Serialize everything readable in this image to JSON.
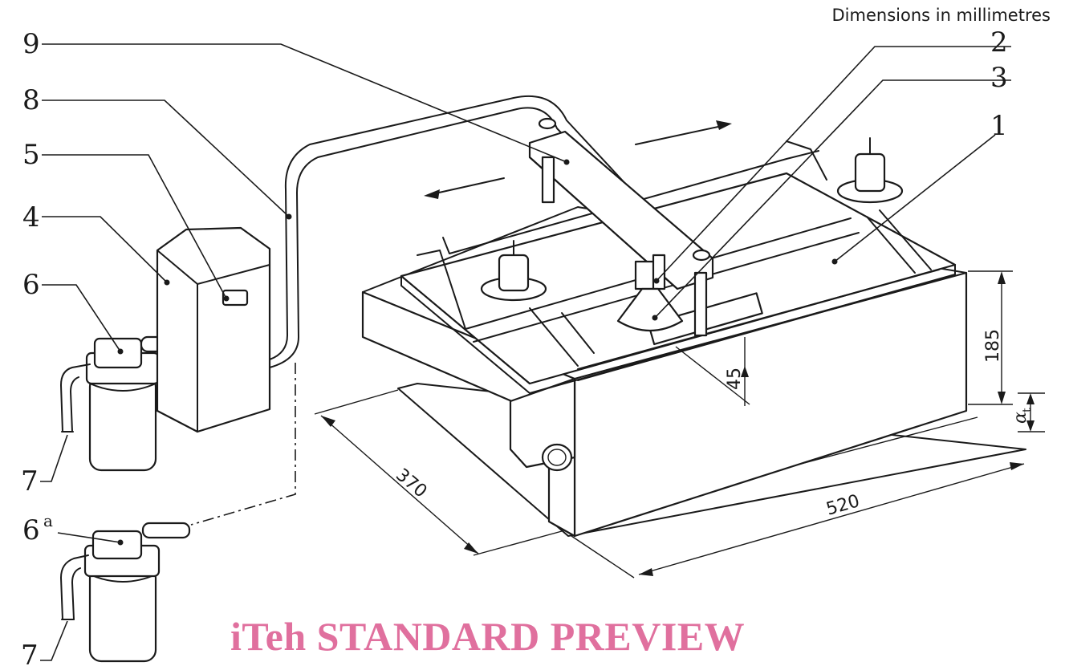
{
  "note_units": "Dimensions in millimetres",
  "watermark": "iTeh STANDARD PREVIEW",
  "labels": {
    "l1": "1",
    "l2": "2",
    "l3": "3",
    "l4": "4",
    "l5": "5",
    "l6": "6",
    "l6a": "6",
    "l6a_sup": "a",
    "l7": "7",
    "l7b": "7",
    "l8": "8",
    "l9": "9"
  },
  "dimensions": {
    "height": "185",
    "nozzle_height": "45",
    "depth": "370",
    "width": "520",
    "tilt_angle": "α",
    "tilt_angle_sub": "t"
  }
}
